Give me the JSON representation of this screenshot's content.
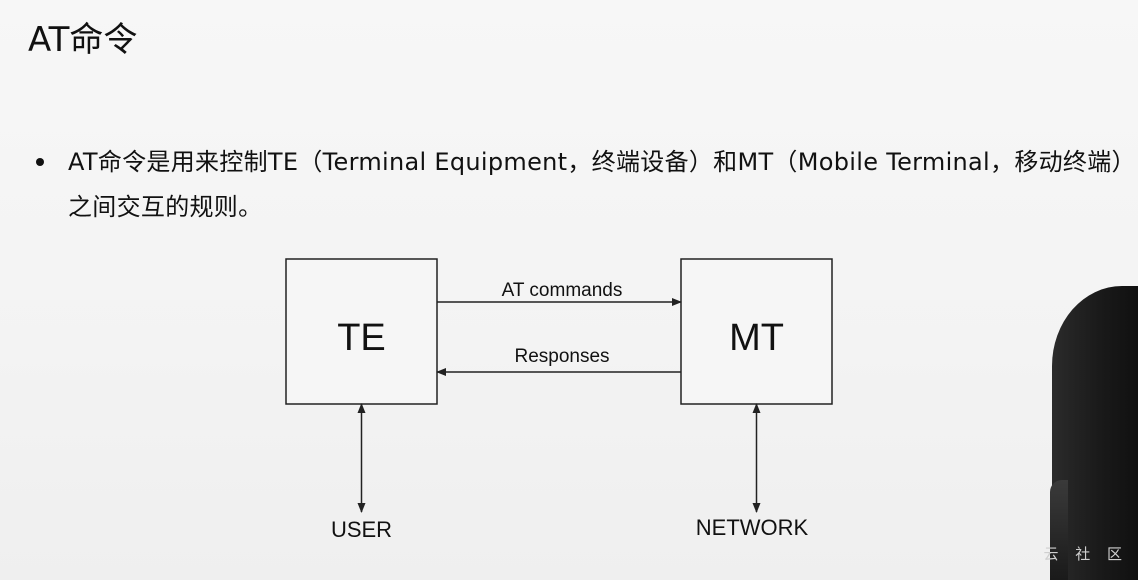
{
  "slide": {
    "title": "AT命令",
    "bullet": "AT命令是用来控制TE（Terminal Equipment，终端设备）和MT（Mobile Terminal，移动终端）之间交互的规则。"
  },
  "diagram": {
    "te_label": "TE",
    "mt_label": "MT",
    "top_arrow_label": "AT commands",
    "bottom_arrow_label": "Responses",
    "user_label": "USER",
    "network_label": "NETWORK"
  },
  "watermark": "云 社 区",
  "colors": {
    "text": "#111111",
    "line": "#222222",
    "box_fill": "#f6f6f6",
    "presenter": "#1a1a1a"
  }
}
